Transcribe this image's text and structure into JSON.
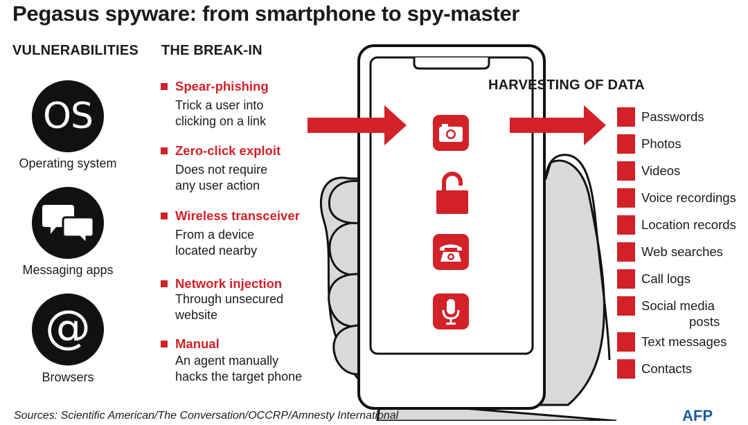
{
  "title": "Pegasus spyware: from smartphone to spy-master",
  "headings": {
    "vulnerabilities": "VULNERABILITIES",
    "break_in": "THE BREAK-IN",
    "harvesting": "HARVESTING OF DATA"
  },
  "vulnerabilities": [
    {
      "icon_text": "OS",
      "label": "Operating system",
      "icon": "os-icon"
    },
    {
      "label": "Messaging apps",
      "icon": "speech-bubbles-icon"
    },
    {
      "icon_text": "@",
      "label": "Browsers",
      "icon": "at-sign-icon"
    }
  ],
  "break_in": [
    {
      "title": "Spear-phishing",
      "desc": [
        "Trick a user into",
        "clicking on a link"
      ]
    },
    {
      "title": "Zero-click exploit",
      "desc": [
        "Does not require",
        "any user action"
      ]
    },
    {
      "title": "Wireless transceiver",
      "desc": [
        "From a device",
        "located nearby"
      ]
    },
    {
      "title": "Network injection",
      "desc": [
        "Through unsecured",
        "website"
      ]
    },
    {
      "title": "Manual",
      "desc": [
        "An agent manually",
        "hacks the target phone"
      ]
    }
  ],
  "phone_icons": [
    "camera-icon",
    "unlocked-padlock-icon",
    "telephone-icon",
    "microphone-icon"
  ],
  "harvesting": [
    "Passwords",
    "Photos",
    "Videos",
    "Voice recordings",
    "Location records",
    "Web searches",
    "Call logs",
    "Social media",
    "Text messages",
    "Contacts"
  ],
  "harvesting_wrap": "posts",
  "sources": "Sources: Scientific American/The Conversation/OCCRP/Amnesty International",
  "credit": "AFP",
  "colors": {
    "accent": "#d32128",
    "ink": "#111111",
    "hand": "#d9d9d9",
    "afp": "#1e5aa8"
  }
}
